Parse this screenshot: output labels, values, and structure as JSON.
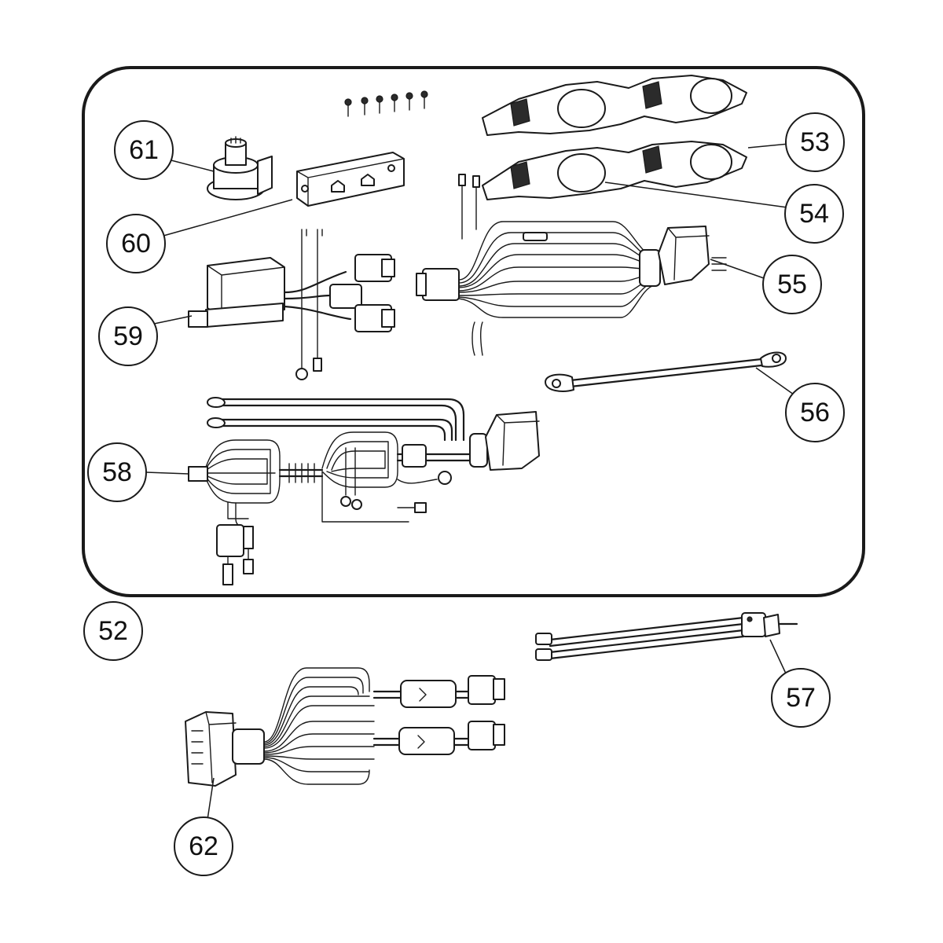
{
  "highlight_color": "#fff200",
  "line_color": "#1a1a1a",
  "callouts": [
    {
      "label": "61",
      "highlight": false
    },
    {
      "label": "60",
      "highlight": false
    },
    {
      "label": "59",
      "highlight": false
    },
    {
      "label": "58",
      "highlight": false
    },
    {
      "label": "53",
      "highlight": false
    },
    {
      "label": "54",
      "highlight": false
    },
    {
      "label": "55",
      "highlight": true
    },
    {
      "label": "56",
      "highlight": false
    },
    {
      "label": "52",
      "highlight": false
    },
    {
      "label": "57",
      "highlight": false
    },
    {
      "label": "62",
      "highlight": false
    }
  ],
  "parts": [
    {
      "name": "switch-knob-icon"
    },
    {
      "name": "mounting-bracket-icon"
    },
    {
      "name": "relay-harness-icon"
    },
    {
      "name": "vehicle-harness-icon"
    },
    {
      "name": "light-bracket-icon"
    },
    {
      "name": "light-bracket-lower-icon"
    },
    {
      "name": "headlight-harness-icon"
    },
    {
      "name": "battery-cable-icon"
    },
    {
      "name": "toggle-switch-harness-icon"
    },
    {
      "name": "plow-harness-icon"
    },
    {
      "name": "screws-icon"
    }
  ]
}
